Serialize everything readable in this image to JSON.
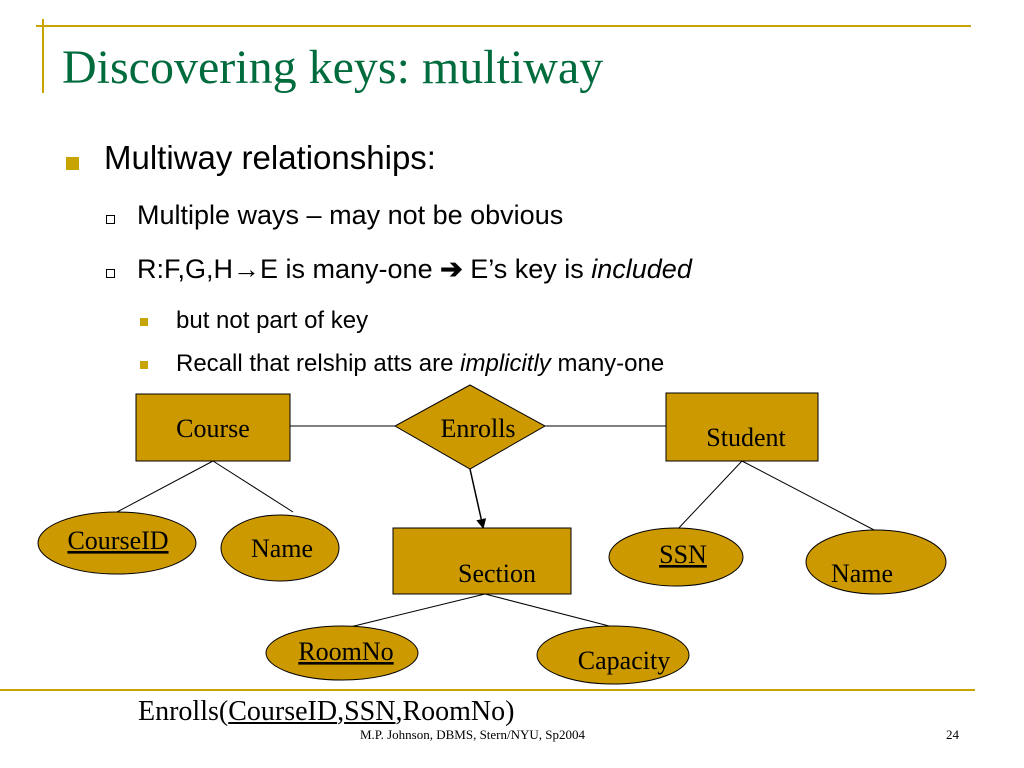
{
  "slide": {
    "title": "Discovering keys: multiway",
    "bullets": {
      "level1": "Multiway relationships:",
      "sub1": "Multiple ways – may not be obvious",
      "sub2": {
        "part1": "R:F,G,H",
        "arrow1": "→",
        "part2": "E is many-one ",
        "arrow2": "➔",
        "part3": " E’s key is ",
        "emph": "included"
      },
      "sub2_children": {
        "item1": "but not part of key",
        "item2_pre": "Recall that relship atts are ",
        "item2_emph": "implicitly",
        "item2_post": " many-one"
      }
    },
    "colors": {
      "accent": "#c8a400",
      "title": "#006b3c",
      "shape_fill": "#cc9900"
    }
  },
  "diagram": {
    "entities": {
      "course": "Course",
      "student": "Student",
      "section": "Section"
    },
    "relationship": "Enrolls",
    "attributes": {
      "course_id": "CourseID",
      "course_name": "Name",
      "ssn": "SSN",
      "student_name": "Name",
      "room_no": "RoomNo",
      "capacity": "Capacity"
    }
  },
  "formula": {
    "prefix": "Enrolls(",
    "key1": "CourseID",
    "sep1": ",",
    "key2": "SSN",
    "sep2": ",",
    "rest": "RoomNo)"
  },
  "footer": {
    "credit": "M.P. Johnson, DBMS, Stern/NYU, Sp2004",
    "page": "24"
  }
}
